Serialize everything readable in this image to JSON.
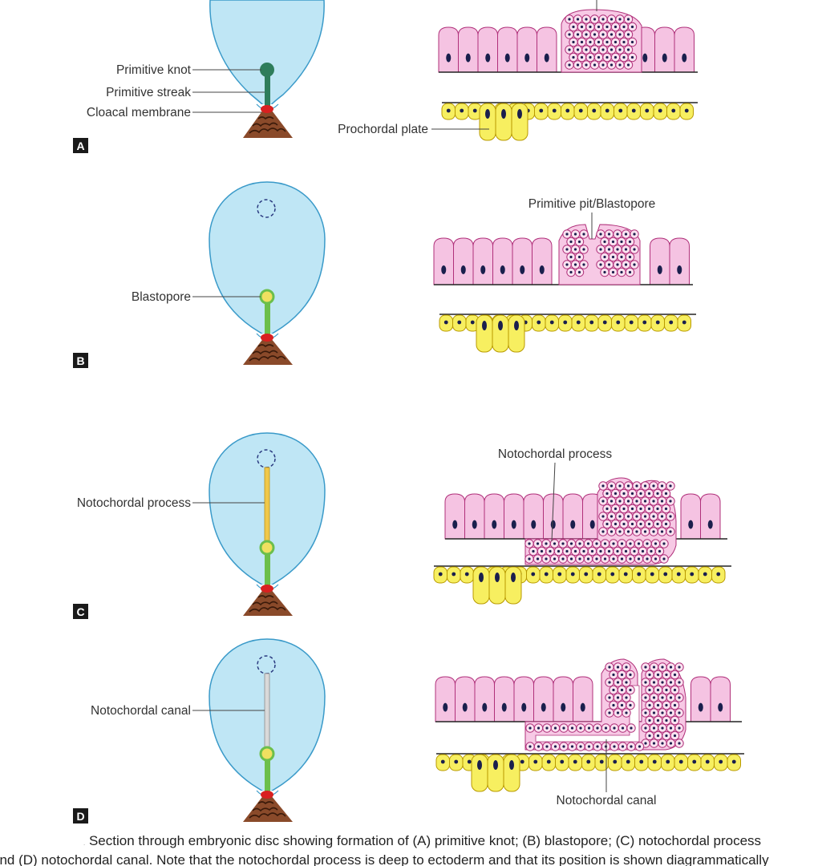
{
  "panels": [
    {
      "badge": "A",
      "left_labels": [
        "Primitive knot",
        "Primitive streak",
        "Cloacal membrane"
      ],
      "right_labels": [
        "Prochordal plate"
      ]
    },
    {
      "badge": "B",
      "left_labels": [
        "Blastopore"
      ],
      "right_labels": [
        "Primitive pit/Blastopore"
      ]
    },
    {
      "badge": "C",
      "left_labels": [
        "Notochordal process"
      ],
      "right_labels": [
        "Notochordal process"
      ]
    },
    {
      "badge": "D",
      "left_labels": [
        "Notochordal canal"
      ],
      "right_labels": [
        "Notochordal canal"
      ]
    }
  ],
  "caption": {
    "marker": ".",
    "line1": "Section through embryonic disc showing formation of (A) primitive knot; (B) blastopore; (C) notochordal process",
    "line2": "and (D) notochordal canal. Note that the notochordal process is deep to ectoderm and that its position is shown diagrammatically"
  },
  "colors": {
    "disc_fill": "#bfe6f5",
    "disc_stroke": "#3a9ac9",
    "streak": "#6cbf4b",
    "knot": "#2e7d5b",
    "cloacal": "#d92020",
    "stalk": "#8a4a2a",
    "ectoderm_fill": "#f5c3e2",
    "ectoderm_stroke": "#b0307a",
    "endoderm_fill": "#f7ef60",
    "endoderm_stroke": "#b89a00",
    "nucleus": "#1a1f4d",
    "process": "#f0c84a",
    "canal": "#d9d9d9",
    "badge_bg": "#1a1a1a"
  }
}
